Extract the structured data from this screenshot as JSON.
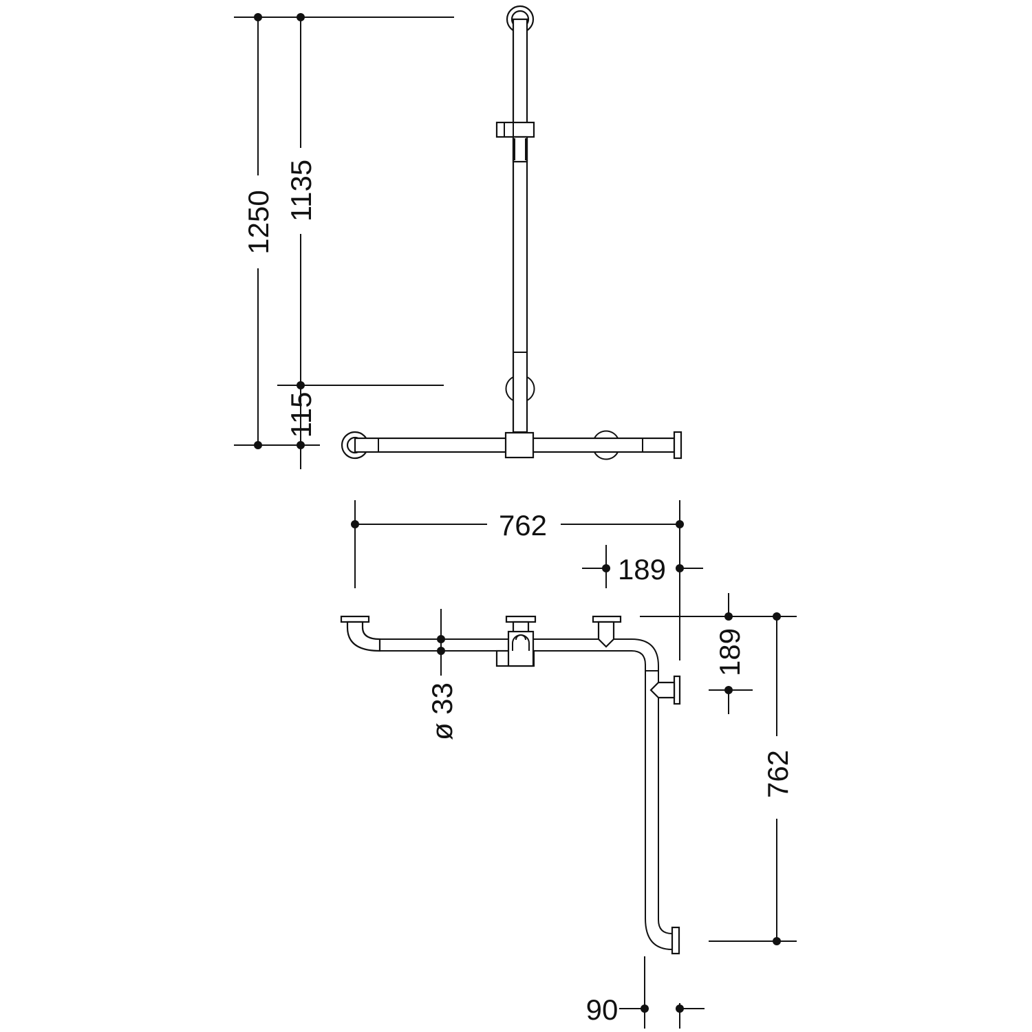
{
  "colors": {
    "line": "#111111",
    "background": "#ffffff"
  },
  "elevation_view": {
    "dim_total_height": "1250",
    "dim_upper_bar": "1135",
    "dim_lower_offset": "115"
  },
  "plan_view": {
    "dim_length_top": "762",
    "dim_flange_offset_top": "189",
    "dim_flange_offset_right": "189",
    "dim_length_right": "762",
    "dim_tube_diameter": "ø 33",
    "dim_wall_offset": "90"
  }
}
